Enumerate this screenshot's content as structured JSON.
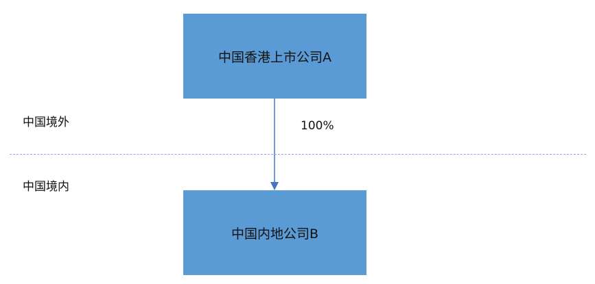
{
  "entities": {
    "parent": {
      "label": "中国香港上市公司A"
    },
    "subsidiary": {
      "label": "中国内地公司B"
    }
  },
  "regions": {
    "overseas": "中国境外",
    "domestic": "中国境内"
  },
  "ownership": {
    "label": "100%"
  },
  "colors": {
    "box_fill": "#5b9bd5",
    "arrow": "#4472c4",
    "boundary_line": "#8eaadb",
    "text": "#111111"
  }
}
